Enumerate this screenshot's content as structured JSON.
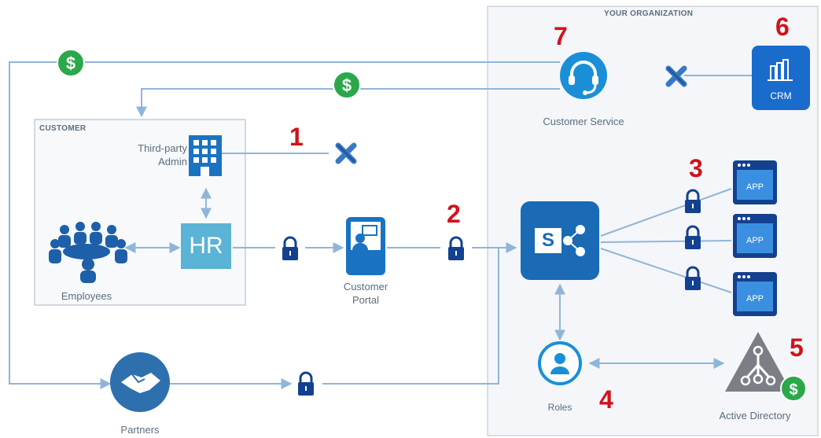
{
  "org": {
    "title": "YOUR ORGANIZATION"
  },
  "customer": {
    "title": "CUSTOMER"
  },
  "nodes": {
    "third_party_admin": "Third-party\nAdmin",
    "hr": "HR",
    "employees": "Employees",
    "customer_portal": "Customer\nPortal",
    "partners": "Partners",
    "customer_service": "Customer Service",
    "crm": "CRM",
    "sharepoint": "S",
    "app": "APP",
    "roles": "Roles",
    "active_directory": "Active Directory"
  },
  "markers": {
    "m1": "1",
    "m2": "2",
    "m3": "3",
    "m4": "4",
    "m5": "5",
    "m6": "6",
    "m7": "7"
  },
  "symbols": {
    "dollar": "$"
  },
  "colors": {
    "blue": "#1a73c2",
    "dark_blue": "#13418f",
    "hr_blue": "#5bb3d6",
    "line_blue": "#8fb6d9",
    "green": "#2aa84a",
    "red": "#d0131b",
    "x_blue": "#3a78c4",
    "gray": "#7b7f85"
  }
}
